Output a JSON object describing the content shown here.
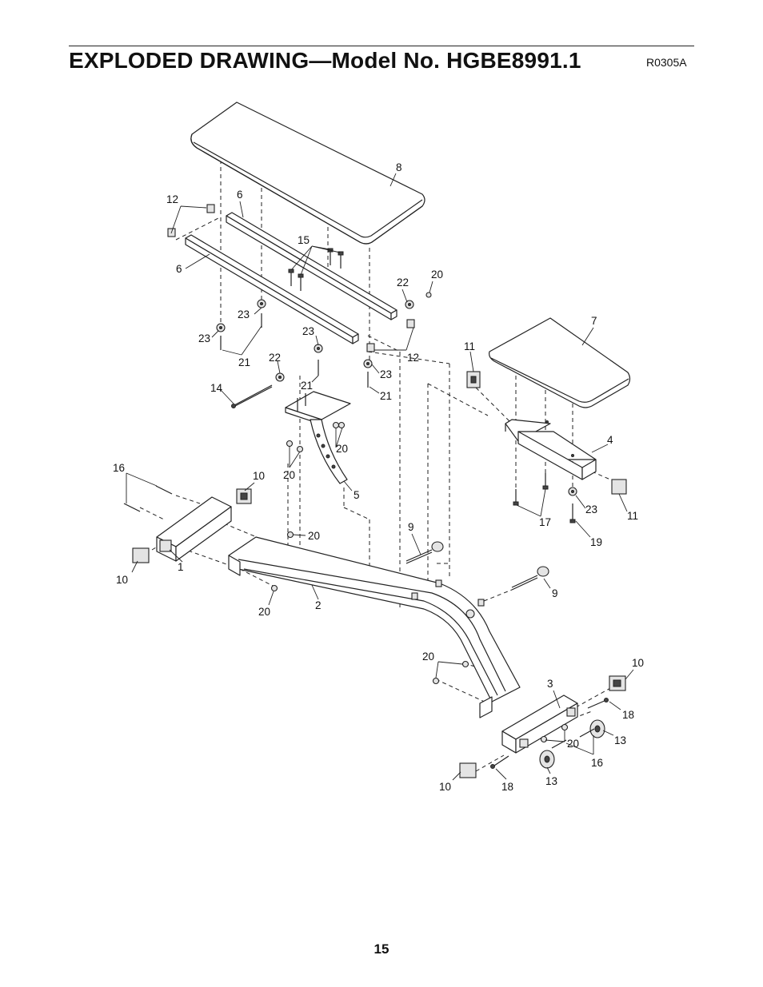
{
  "header": {
    "title": "EXPLODED DRAWING—Model No. HGBE8991.1",
    "code": "R0305A"
  },
  "footer": {
    "page_number": "15"
  },
  "callouts": {
    "p8": "8",
    "p7": "7",
    "p6a": "6",
    "p6b": "6",
    "p12a": "12",
    "p12b": "12",
    "p15": "15",
    "p22a": "22",
    "p20a": "20",
    "p23a": "23",
    "p23b": "23",
    "p23c": "23",
    "p23d": "23",
    "p23e": "23",
    "p21a": "21",
    "p21b": "21",
    "p21c": "21",
    "p22b": "22",
    "p14": "14",
    "p11a": "11",
    "p11b": "11",
    "p4": "4",
    "p17": "17",
    "p19": "19",
    "p16a": "16",
    "p16b": "16",
    "p10a": "10",
    "p10b": "10",
    "p10c": "10",
    "p10d": "10",
    "p1": "1",
    "p2": "2",
    "p3": "3",
    "p5": "5",
    "p20b": "20",
    "p20c": "20",
    "p20d": "20",
    "p20e": "20",
    "p20f": "20",
    "p9a": "9",
    "p9b": "9",
    "p13a": "13",
    "p13b": "13",
    "p18a": "18",
    "p18b": "18"
  }
}
